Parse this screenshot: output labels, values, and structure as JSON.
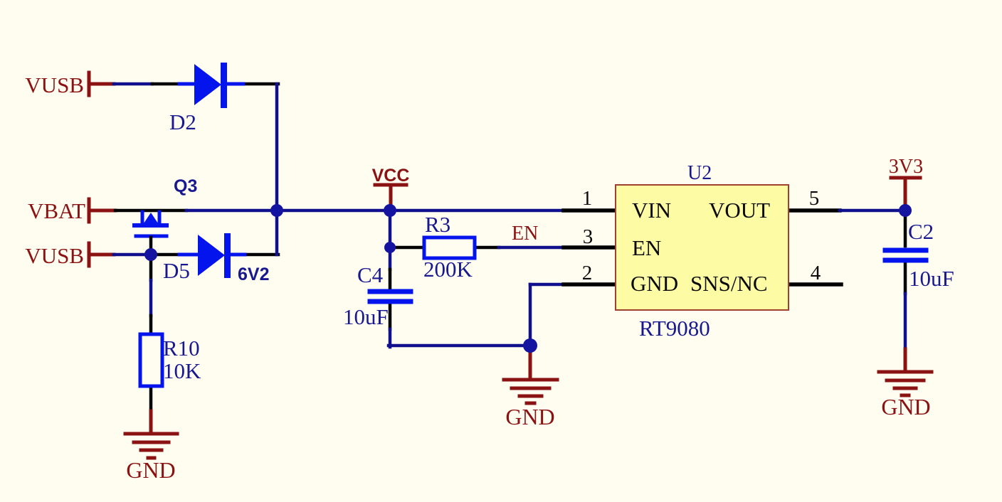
{
  "schematic": {
    "colors": {
      "background": "#FFFDF0",
      "wire": "#10108C",
      "component_blue": "#0414EC",
      "net_red": "#8B1212",
      "designator_blue": "#181890",
      "ic_fill": "#FDFBA3",
      "ic_border": "#A0402F",
      "pin_text": "#0A0A0A"
    },
    "ports": {
      "vusb_top": "VUSB",
      "vbat": "VBAT",
      "vusb_bottom": "VUSB"
    },
    "power": {
      "vcc": "VCC",
      "v3v3": "3V3"
    },
    "grounds": {
      "left": "GND",
      "middle": "GND",
      "right": "GND"
    },
    "nets": {
      "en": "EN"
    },
    "components": {
      "d2": {
        "designator": "D2"
      },
      "q3": {
        "designator": "Q3"
      },
      "d5": {
        "designator": "D5",
        "value": "6V2"
      },
      "r10": {
        "designator": "R10",
        "value": "10K"
      },
      "r3": {
        "designator": "R3",
        "value": "200K"
      },
      "c4": {
        "designator": "C4",
        "value": "10uF"
      },
      "c2": {
        "designator": "C2",
        "value": "10uF"
      },
      "u2": {
        "designator": "U2",
        "part": "RT9080",
        "pins_left": [
          {
            "number": "1",
            "name": "VIN"
          },
          {
            "number": "3",
            "name": "EN"
          },
          {
            "number": "2",
            "name": "GND"
          }
        ],
        "pins_right": [
          {
            "number": "5",
            "name": "VOUT"
          },
          {
            "number": "4",
            "name": "SNS/NC"
          }
        ]
      }
    }
  }
}
